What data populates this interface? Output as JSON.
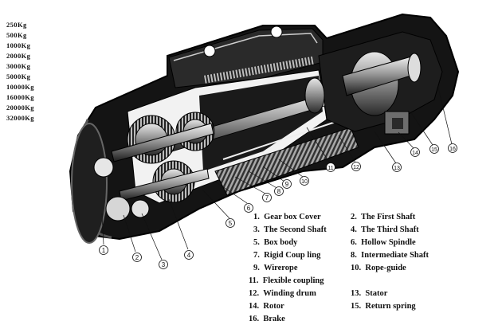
{
  "capacities": [
    "250Kg",
    "500Kg",
    "1000Kg",
    "2000Kg",
    "3000Kg",
    "5000Kg",
    "10000Kg",
    "16000Kg",
    "20000Kg",
    "32000Kg"
  ],
  "callouts": [
    "1",
    "2",
    "3",
    "4",
    "5",
    "6",
    "7",
    "8",
    "9",
    "10",
    "11",
    "12",
    "13",
    "14",
    "15",
    "16"
  ],
  "legend": [
    {
      "num": "1.",
      "label": "Gear box Cover"
    },
    {
      "num": "2.",
      "label": "The First Shaft"
    },
    {
      "num": "3.",
      "label": "The Second Shaft"
    },
    {
      "num": "4.",
      "label": "The Third Shaft"
    },
    {
      "num": "5.",
      "label": "Box body"
    },
    {
      "num": "6.",
      "label": "Hollow Spindle"
    },
    {
      "num": "7.",
      "label": "Rigid Coup ling"
    },
    {
      "num": "8.",
      "label": "Intermediate Shaft"
    },
    {
      "num": "9.",
      "label": "Wirerope"
    },
    {
      "num": "10.",
      "label": "Rope-guide"
    },
    {
      "num": "11.",
      "label": "Flexible coupling"
    },
    {
      "num": "12.",
      "label": "Winding drum"
    },
    {
      "num": "13.",
      "label": "Stator"
    },
    {
      "num": "14.",
      "label": "Rotor"
    },
    {
      "num": "15.",
      "label": "Return spring"
    },
    {
      "num": "16.",
      "label": "Brake"
    }
  ]
}
